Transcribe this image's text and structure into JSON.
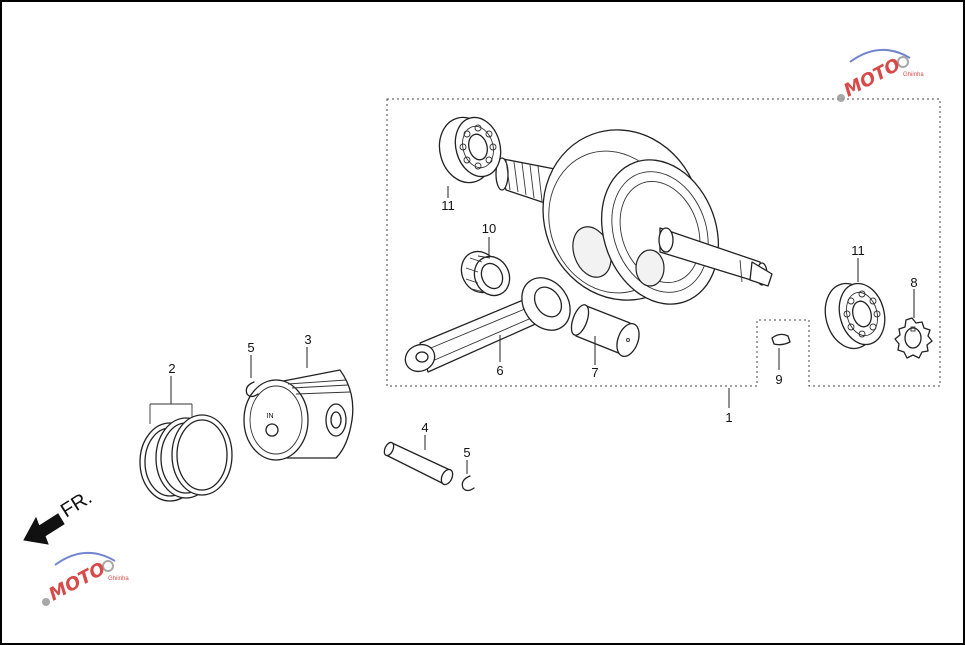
{
  "front_indicator": "FR.",
  "piston_marking": "IN",
  "callouts": {
    "c1": "1",
    "c2": "2",
    "c3": "3",
    "c4": "4",
    "c5a": "5",
    "c5b": "5",
    "c6": "6",
    "c7": "7",
    "c8": "8",
    "c9": "9",
    "c10": "10",
    "c11a": "11",
    "c11b": "11"
  },
  "watermark": {
    "logo_text": "MOTO",
    "tagline": "Ghiinha",
    "colors": {
      "primary": "#d22b2b",
      "secondary": "#5b6fc7",
      "gear": "#9a9a9a"
    }
  }
}
